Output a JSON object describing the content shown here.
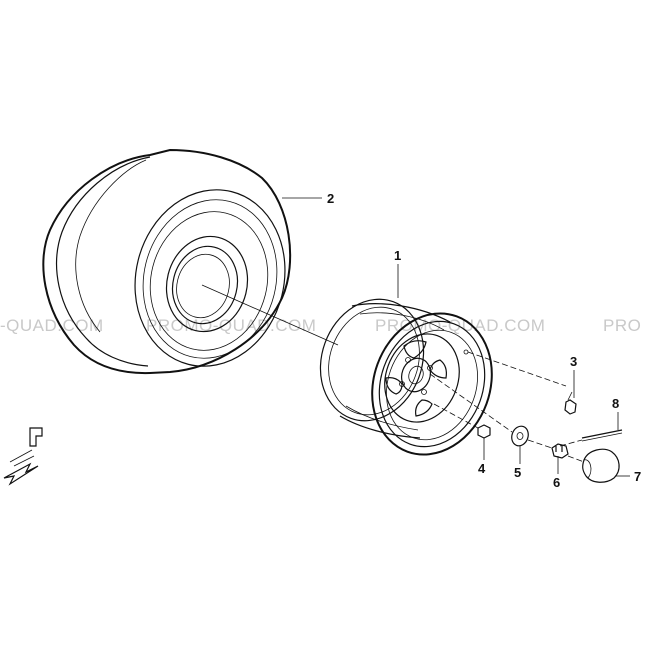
{
  "watermark": {
    "segments": [
      "-QUAD.COM",
      "PROMO-QUAD.COM",
      "PROMO-QUAD.COM",
      "PRO"
    ]
  },
  "parts": [
    {
      "id": "tire",
      "label": "2"
    },
    {
      "id": "wheel-rim",
      "label": "1"
    },
    {
      "id": "valve",
      "label": "3"
    },
    {
      "id": "hub-nut",
      "label": "4"
    },
    {
      "id": "washer",
      "label": "5"
    },
    {
      "id": "castle-nut",
      "label": "6"
    },
    {
      "id": "hub-cap",
      "label": "7"
    },
    {
      "id": "cotter-pin",
      "label": "8"
    }
  ]
}
